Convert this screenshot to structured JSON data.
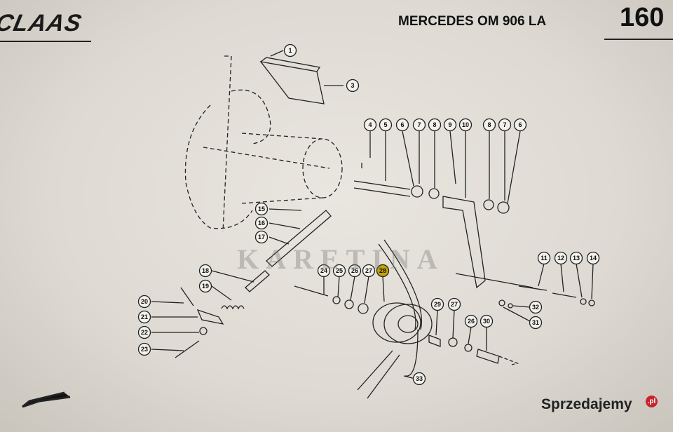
{
  "header": {
    "brand": "CLAAS",
    "model": "MERCEDES OM 906 LA",
    "page_number": "160"
  },
  "watermark": "KARETINA",
  "site": {
    "name": "Sprzedajemy",
    "badge": ".pl"
  },
  "diagram": {
    "callouts": [
      "1",
      "3",
      "4",
      "5",
      "6",
      "7",
      "8",
      "9",
      "10",
      "8",
      "7",
      "6",
      "15",
      "16",
      "17",
      "18",
      "19",
      "20",
      "21",
      "22",
      "23",
      "24",
      "25",
      "26",
      "27",
      "28",
      "29",
      "27",
      "26",
      "30",
      "11",
      "12",
      "13",
      "14",
      "32",
      "31",
      "33"
    ]
  }
}
